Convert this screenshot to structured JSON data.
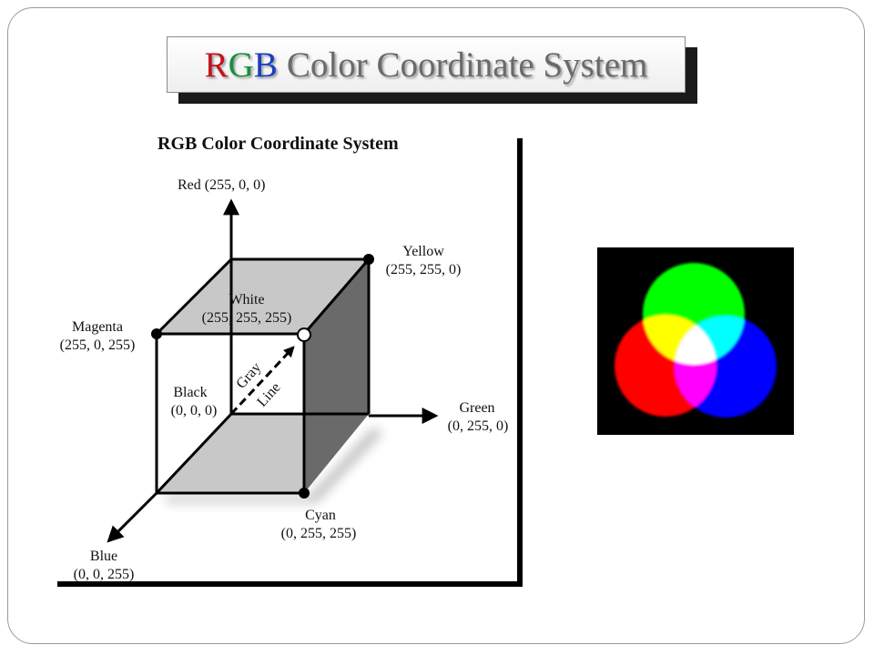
{
  "slide": {
    "title_r": "R",
    "title_g": "G",
    "title_b": "B",
    "title_rest": "Color Coordinate System",
    "title_colors": {
      "r": "#c0141c",
      "g": "#12913a",
      "b": "#1a3fbf",
      "rest": "#6a6a6a"
    }
  },
  "diagram": {
    "title": "RGB Color Coordinate System",
    "red": {
      "name": "Red",
      "value": "(255, 0, 0)"
    },
    "yellow": {
      "name": "Yellow",
      "value": "(255, 255, 0)"
    },
    "white": {
      "name": "White",
      "value": "(255, 255, 255)"
    },
    "magenta": {
      "name": "Magenta",
      "value": "(255, 0, 255)"
    },
    "black": {
      "name": "Black",
      "value": "(0, 0, 0)"
    },
    "gray_line": {
      "word1": "Gray",
      "word2": "Line"
    },
    "green": {
      "name": "Green",
      "value": "(0, 255, 0)"
    },
    "cyan": {
      "name": "Cyan",
      "value": "(0, 255, 255)"
    },
    "blue": {
      "name": "Blue",
      "value": "(0, 0, 255)"
    }
  },
  "venn": {
    "background": "#000000",
    "circles": {
      "green": "#00ff00",
      "red": "#ff0000",
      "blue": "#0000ff"
    },
    "overlaps": {
      "yellow": "#ffff00",
      "cyan": "#00ffff",
      "magenta": "#ff00ff",
      "white": "#ffffff"
    }
  }
}
